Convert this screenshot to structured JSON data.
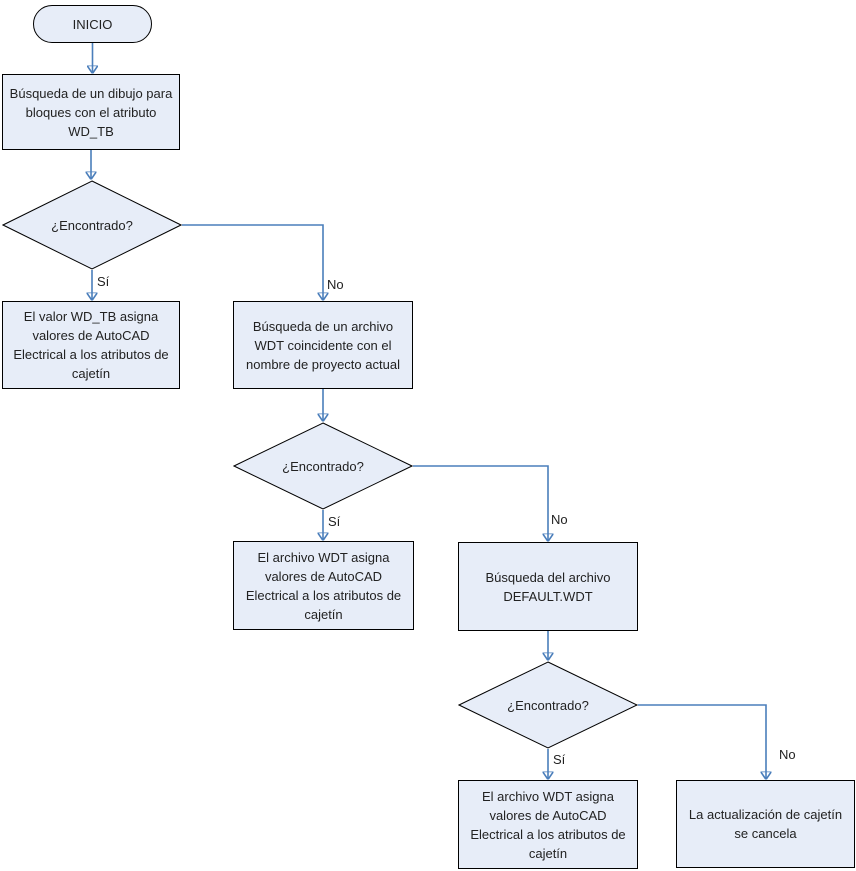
{
  "diagram": {
    "colors": {
      "node_fill": "#e7edf8",
      "node_border": "#000000",
      "connector": "#4a7ebb",
      "text": "#222222"
    },
    "nodes": [
      {
        "id": "start",
        "type": "terminator",
        "label": "INICIO"
      },
      {
        "id": "search-drawing-block",
        "type": "process",
        "label": "Búsqueda de un dibujo para bloques con el atributo WD_TB"
      },
      {
        "id": "found-1",
        "type": "decision",
        "label": "¿Encontrado?"
      },
      {
        "id": "wdtb-assigns",
        "type": "process",
        "label": "El valor WD_TB asigna valores de AutoCAD Electrical a los atributos de cajetín"
      },
      {
        "id": "search-wdt-project",
        "type": "process",
        "label": "Búsqueda de un archivo WDT coincidente con el nombre de proyecto actual"
      },
      {
        "id": "found-2",
        "type": "decision",
        "label": "¿Encontrado?"
      },
      {
        "id": "wdt-assigns-1",
        "type": "process",
        "label": "El archivo WDT asigna valores de AutoCAD Electrical a los atributos de cajetín"
      },
      {
        "id": "search-default-wdt",
        "type": "process",
        "label": "Búsqueda del archivo DEFAULT.WDT"
      },
      {
        "id": "found-3",
        "type": "decision",
        "label": "¿Encontrado?"
      },
      {
        "id": "wdt-assigns-2",
        "type": "process",
        "label": "El archivo WDT asigna valores de AutoCAD Electrical a los atributos de cajetín"
      },
      {
        "id": "update-cancelled",
        "type": "process",
        "label": "La actualización de cajetín se cancela"
      }
    ],
    "edge_labels": {
      "yes": "Sí",
      "no": "No"
    }
  }
}
